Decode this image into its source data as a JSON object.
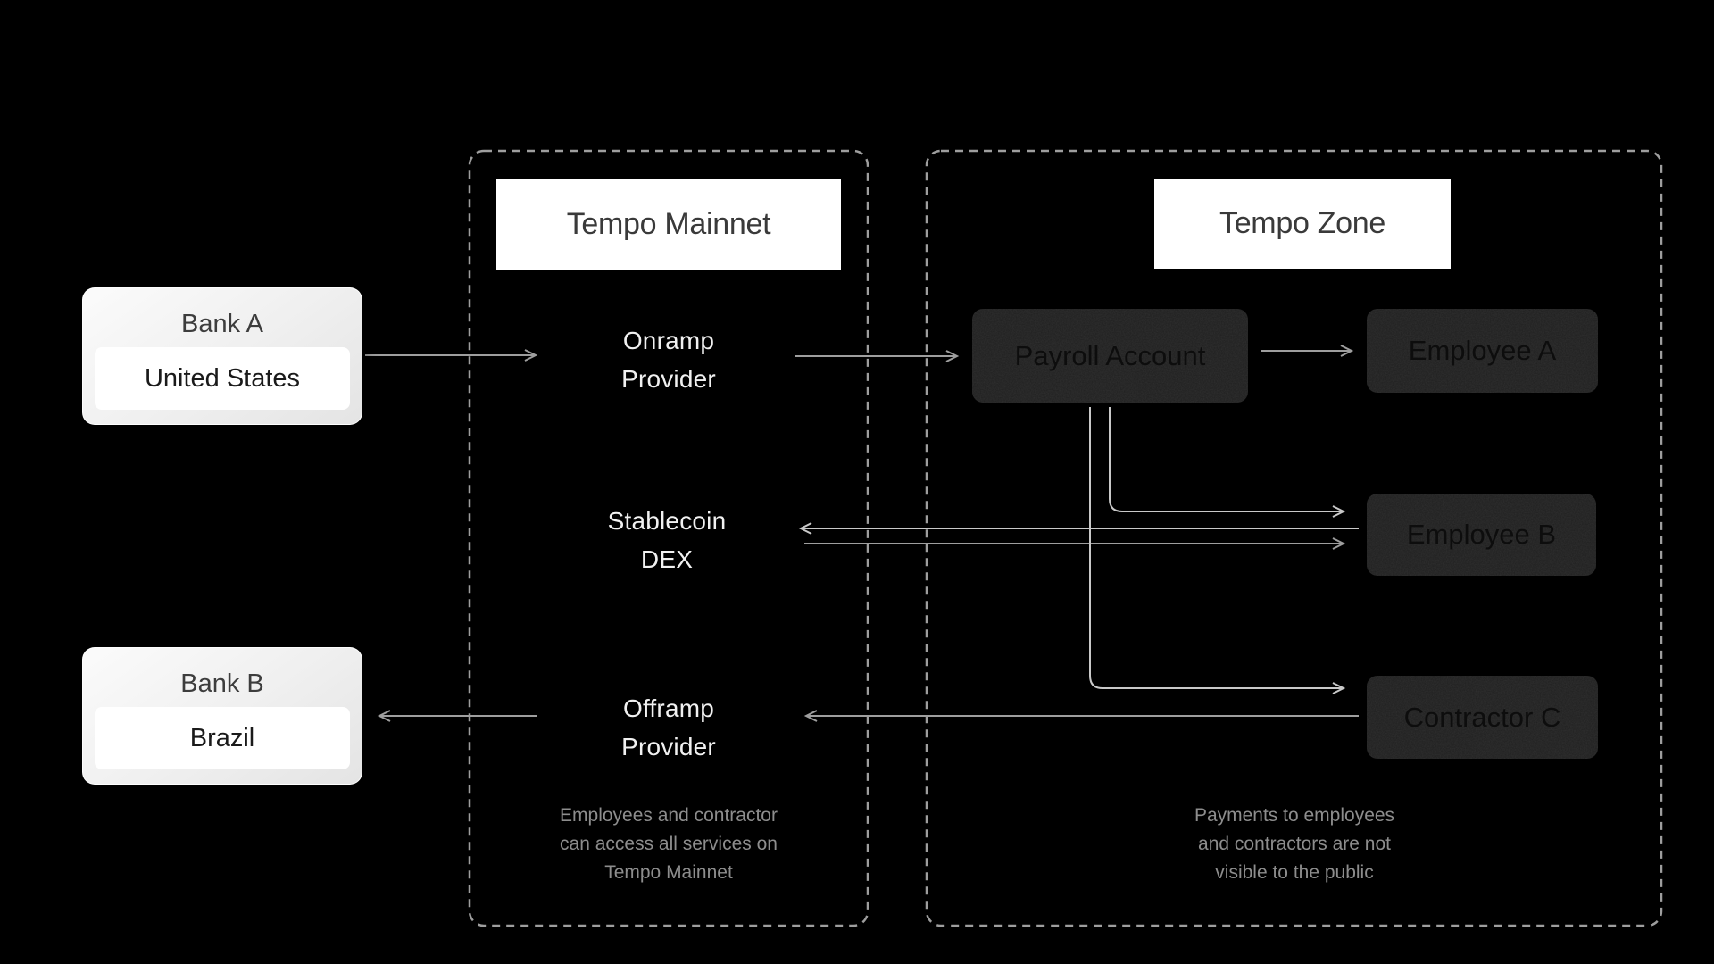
{
  "page": {
    "background": "#000000"
  },
  "banks": [
    {
      "name": "Bank A",
      "country": "United States"
    },
    {
      "name": "Bank B",
      "country": "Brazil"
    }
  ],
  "mainnet": {
    "title": "Tempo Mainnet",
    "nodes": [
      {
        "lines": [
          "Onramp",
          "Provider"
        ]
      },
      {
        "lines": [
          "Stablecoin",
          "DEX"
        ]
      },
      {
        "lines": [
          "Offramp",
          "Provider"
        ]
      }
    ],
    "note_lines": [
      "Employees and contractor",
      "can access all services on",
      "Tempo Mainnet"
    ]
  },
  "zone": {
    "title": "Tempo Zone",
    "boxes": [
      {
        "label": "Payroll Account"
      },
      {
        "label": "Employee A"
      },
      {
        "label": "Employee B"
      },
      {
        "label": "Contractor C"
      }
    ],
    "note_lines": [
      "Payments to employees",
      "and contractors are not",
      "visible to the public"
    ]
  },
  "edges": [
    {
      "from": "Bank A",
      "to": "Onramp Provider"
    },
    {
      "from": "Onramp Provider",
      "to": "Payroll Account"
    },
    {
      "from": "Payroll Account",
      "to": "Employee A"
    },
    {
      "from": "Payroll Account",
      "to": "Employee B"
    },
    {
      "from": "Payroll Account",
      "to": "Contractor C"
    },
    {
      "from": "Employee B",
      "to": "Stablecoin DEX"
    },
    {
      "from": "Stablecoin DEX",
      "to": "Employee B"
    },
    {
      "from": "Contractor C",
      "to": "Offramp Provider"
    },
    {
      "from": "Offramp Provider",
      "to": "Bank B"
    }
  ],
  "colors": {
    "background": "#000000",
    "container_border": "#9e9e9e",
    "title_box_bg": "#ffffff",
    "title_text": "#3a3a3a",
    "node_text": "#f1f1f1",
    "note_text": "#8d8d8d",
    "dark_box_bg": "#1f1f1f",
    "dark_box_text": "#0d0d0d",
    "arrow": "#9e9e9e",
    "arrow_light": "#c9c9c9",
    "card_text_primary": "#3d3d3d",
    "card_text_secondary": "#1a1a1a"
  }
}
